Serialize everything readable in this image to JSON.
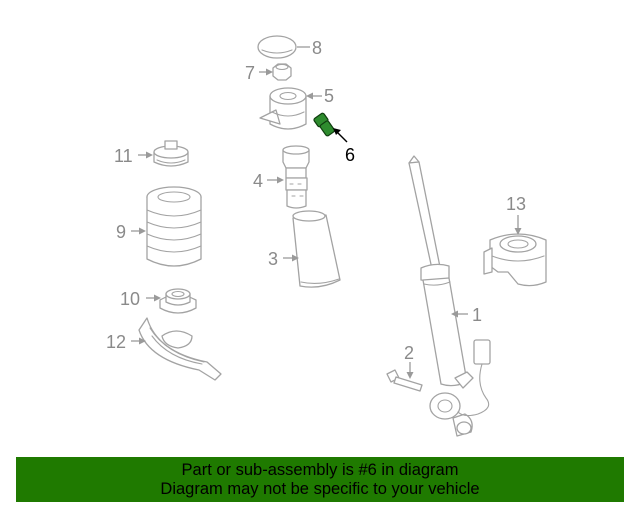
{
  "callouts": {
    "c1": "1",
    "c2": "2",
    "c3": "3",
    "c4": "4",
    "c5": "5",
    "c6": "6",
    "c7": "7",
    "c8": "8",
    "c9": "9",
    "c10": "10",
    "c11": "11",
    "c12": "12",
    "c13": "13"
  },
  "highlighted_part": "6",
  "colors": {
    "highlight": "#2e8b2e",
    "banner": "#1f7a00",
    "line": "#a3a3a3"
  },
  "banner": {
    "line1": "Part or sub-assembly is #6 in diagram",
    "line2": "Diagram may not be specific to your vehicle"
  }
}
